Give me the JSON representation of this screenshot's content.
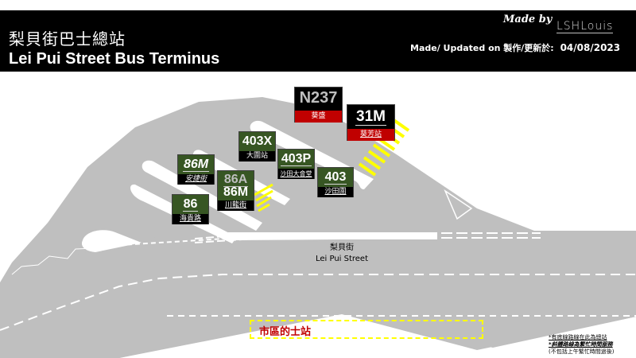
{
  "header": {
    "title_zh": "梨貝街巴士總站",
    "title_en": "Lei Pui Street Bus Terminus",
    "made_by_label": "Made by",
    "author": "LSHLouis",
    "updated_label": "Made/ Updated on 製作/更新於:",
    "updated_date": "04/08/2023"
  },
  "colors": {
    "header_bg": "#000000",
    "road": "#bfbfbf",
    "route_green": "#375623",
    "route_black": "#000000",
    "route_red_band": "#c00000",
    "hatch_yellow": "#ffff00",
    "taxi_text": "#c00000"
  },
  "routes": [
    {
      "id": "n237",
      "route": "N237",
      "dest": "葵盛",
      "style": "night-black-red"
    },
    {
      "id": "31m",
      "route": "31M",
      "dest": "葵芳站",
      "style": "black-red",
      "underlined": true
    },
    {
      "id": "403x",
      "route": "403X",
      "dest": "大圍站",
      "style": "green"
    },
    {
      "id": "403p",
      "route": "403P",
      "dest": "沙田大會堂",
      "style": "green",
      "underlined": true
    },
    {
      "id": "403",
      "route": "403",
      "dest": "沙田圍",
      "style": "green",
      "underlined": true
    },
    {
      "id": "86m-top",
      "route": "86M",
      "dest": "安捷街",
      "style": "green",
      "italic": true,
      "underlined": true
    },
    {
      "id": "86a-86m",
      "route": "86A",
      "route2": "86M",
      "dest": "川龍街",
      "style": "green",
      "underlined": true
    },
    {
      "id": "86",
      "route": "86",
      "dest": "海貴路",
      "style": "green",
      "underlined": true
    }
  ],
  "street": {
    "name_zh": "梨貝街",
    "name_en": "Lei Pui Street"
  },
  "taxi_stand": {
    "label": "市區的士站"
  },
  "notes": {
    "line1": "*有底線路線在此為總站",
    "line2": "*斜體路線為繁忙時間服務",
    "line3": "(不包括上午繁忙時間過後)"
  }
}
